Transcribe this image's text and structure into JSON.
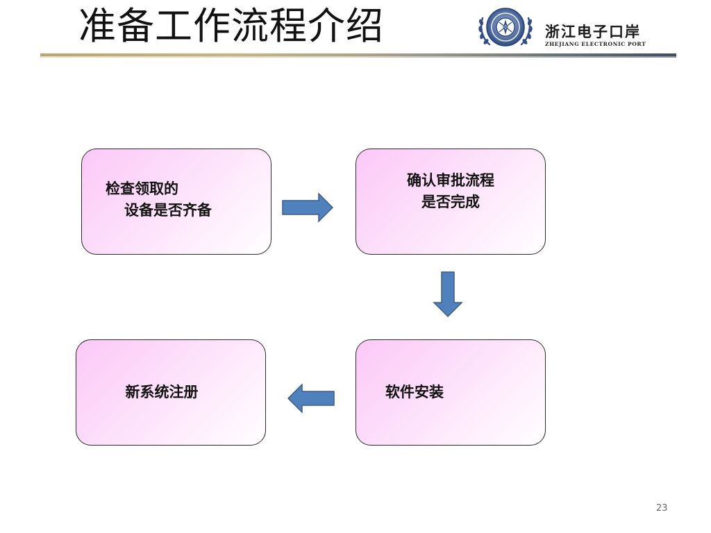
{
  "slide": {
    "title": "准备工作流程介绍",
    "page_number": "23"
  },
  "logo": {
    "name_cn": "浙江电子口岸",
    "name_en": "ZHEJIANG ELECTRONIC PORT"
  },
  "flow": {
    "steps": [
      {
        "id": "check",
        "lines": [
          "检查领取的",
          "设备是否齐备"
        ]
      },
      {
        "id": "approve",
        "lines": [
          "确认审批流程",
          "是否完成"
        ]
      },
      {
        "id": "install",
        "lines": [
          "软件安装"
        ]
      },
      {
        "id": "register",
        "lines": [
          "新系统注册"
        ]
      }
    ],
    "connections": [
      {
        "from": "check",
        "to": "approve",
        "direction": "right"
      },
      {
        "from": "approve",
        "to": "install",
        "direction": "down"
      },
      {
        "from": "install",
        "to": "register",
        "direction": "left"
      }
    ]
  },
  "colors": {
    "box_fill_start": "#fbc8f7",
    "box_fill_end": "#ffffff",
    "box_border": "#2b2b2b",
    "arrow_fill": "#4f81bd",
    "arrow_stroke": "#385d8a",
    "rule_gold": "#b8a66a",
    "rule_navy": "#3f4f63"
  }
}
